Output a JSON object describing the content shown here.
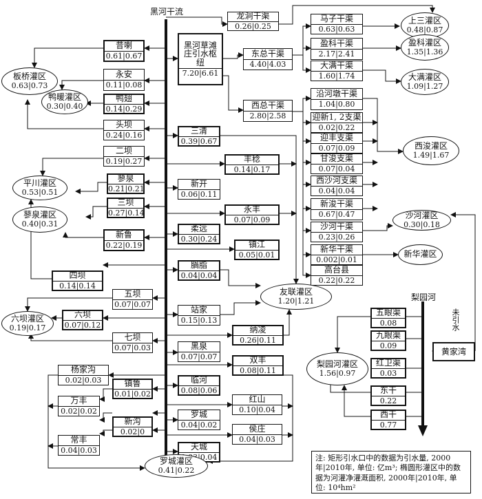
{
  "main_river": "黑河干流",
  "liyuan_river": "梨园河",
  "undiverted": "未引水",
  "note": "注: 矩形引水口中的数据为引水量, 2000年|2010年, 单位: 亿m³; 椭圆形灌区中的数据为河灌净灌溉面积, 2000年|2010年, 单位: 10⁴hm²",
  "hub": {
    "name": "黑河草滩庄引水枢纽",
    "v2000": "7.20",
    "v2010": "6.61"
  },
  "canals": [
    {
      "id": "longdong",
      "name": "龙洞干渠",
      "v2000": "0.26",
      "v2010": "0.25"
    },
    {
      "id": "dongzong",
      "name": "东总干渠",
      "v2000": "4.40",
      "v2010": "4.03"
    },
    {
      "id": "xizong",
      "name": "西总干渠",
      "v2000": "2.80",
      "v2010": "2.58"
    },
    {
      "id": "mazi",
      "name": "马子干渠",
      "v2000": "0.63",
      "v2010": "0.63"
    },
    {
      "id": "yingke",
      "name": "盈科干渠",
      "v2000": "2.17",
      "v2010": "2.41"
    },
    {
      "id": "daman",
      "name": "大满干渠",
      "v2000": "1.60",
      "v2010": "1.74"
    },
    {
      "id": "yanhedun",
      "name": "沿河墩干渠",
      "v2000": "1.04",
      "v2010": "0.80"
    },
    {
      "id": "yingxin12",
      "name": "迎新1, 2支渠",
      "v2000": "0.02",
      "v2010": "0.22"
    },
    {
      "id": "yingfeng",
      "name": "迎丰支渠",
      "v2000": "0.07",
      "v2010": "0.09"
    },
    {
      "id": "ganjun",
      "name": "甘浚支渠",
      "v2000": "0.07",
      "v2010": "0.04"
    },
    {
      "id": "xishahe",
      "name": "西沙河支渠",
      "v2000": "0.04",
      "v2010": "0.04"
    },
    {
      "id": "xinjun",
      "name": "新浚干渠",
      "v2000": "0.67",
      "v2010": "0.47"
    },
    {
      "id": "shahe",
      "name": "沙河干渠",
      "v2000": "0.23",
      "v2010": "0.26"
    },
    {
      "id": "xinhua",
      "name": "新华干渠",
      "v2000": "0.002",
      "v2010": "0.01"
    },
    {
      "id": "gaotai",
      "name": "高台县",
      "v2000": "0.22",
      "v2010": "0.22"
    },
    {
      "id": "xila",
      "name": "昔喇",
      "v2000": "0.61",
      "v2010": "0.67"
    },
    {
      "id": "yongan",
      "name": "永安",
      "v2000": "0.11",
      "v2010": "0.08"
    },
    {
      "id": "yachi",
      "name": "鸭翅",
      "v2000": "0.14",
      "v2010": "0.29"
    },
    {
      "id": "toubei",
      "name": "头坝",
      "v2000": "0.24",
      "v2010": "0.16"
    },
    {
      "id": "erba",
      "name": "二坝",
      "v2000": "0.19",
      "v2010": "0.27"
    },
    {
      "id": "liaoquan",
      "name": "蓼泉",
      "v2000": "0.21",
      "v2010": "0.21"
    },
    {
      "id": "sanba",
      "name": "三坝",
      "v2000": "0.27",
      "v2010": "0.14"
    },
    {
      "id": "xinlu",
      "name": "新鲁",
      "v2000": "0.22",
      "v2010": "0.19"
    },
    {
      "id": "siba",
      "name": "四坝",
      "v2000": "0.14",
      "v2010": "0.14"
    },
    {
      "id": "wuba",
      "name": "五坝",
      "v2000": "0.07",
      "v2010": "0.07"
    },
    {
      "id": "liuba",
      "name": "六坝",
      "v2000": "0.07",
      "v2010": "0.12"
    },
    {
      "id": "qiba",
      "name": "七坝",
      "v2000": "0.07",
      "v2010": "0.03"
    },
    {
      "id": "sanqing",
      "name": "三清",
      "v2000": "0.39",
      "v2010": "0.67"
    },
    {
      "id": "fengwen",
      "name": "丰稔",
      "v2000": "0.14",
      "v2010": "0.17"
    },
    {
      "id": "xinkai",
      "name": "新开",
      "v2000": "0.06",
      "v2010": "0.11"
    },
    {
      "id": "yongfeng",
      "name": "永丰",
      "v2000": "0.07",
      "v2010": "0.09"
    },
    {
      "id": "rouyuan",
      "name": "柔远",
      "v2000": "0.30",
      "v2010": "0.24"
    },
    {
      "id": "zhenjiang",
      "name": "镇江",
      "v2000": "0.05",
      "v2010": "0.01"
    },
    {
      "id": "pengzhi",
      "name": "腡脂",
      "v2000": "0.04",
      "v2010": "0.04"
    },
    {
      "id": "zhanjia",
      "name": "站家",
      "v2000": "0.15",
      "v2010": "0.13"
    },
    {
      "id": "naling",
      "name": "纳凌",
      "v2000": "0.26",
      "v2010": "0.11"
    },
    {
      "id": "heiquan",
      "name": "黑泉",
      "v2000": "0.07",
      "v2010": "0.07"
    },
    {
      "id": "shuangfeng",
      "name": "双丰",
      "v2000": "0.08",
      "v2010": "0.11"
    },
    {
      "id": "yangjiagou",
      "name": "杨家沟",
      "v2000": "0.02",
      "v2010": "0.03"
    },
    {
      "id": "zhenlu",
      "name": "镇鲁",
      "v2000": "0.01",
      "v2010": "0.02"
    },
    {
      "id": "linhe",
      "name": "临河",
      "v2000": "0.08",
      "v2010": "0.06"
    },
    {
      "id": "hongshan",
      "name": "红山",
      "v2000": "0.10",
      "v2010": "0.04"
    },
    {
      "id": "wanfeng",
      "name": "万丰",
      "v2000": "0.02",
      "v2010": "0.02"
    },
    {
      "id": "luocheng",
      "name": "罗城",
      "v2000": "0.04",
      "v2010": "0.02"
    },
    {
      "id": "xingou",
      "name": "新沟",
      "v2000": "0.02",
      "v2010": "0"
    },
    {
      "id": "houzhuang",
      "name": "侯庄",
      "v2000": "0.04",
      "v2010": "0.03"
    },
    {
      "id": "changfeng",
      "name": "常丰",
      "v2000": "0.04",
      "v2010": "0.03"
    },
    {
      "id": "tiancheng",
      "name": "天城",
      "v2000": "0.03",
      "v2010": "0.04"
    },
    {
      "id": "wuyanqu",
      "name": "五眼渠",
      "v2000": "0.08",
      "v2010": ""
    },
    {
      "id": "jiuyanqu",
      "name": "九眼渠",
      "v2000": "0.09",
      "v2010": ""
    },
    {
      "id": "hongweiqu",
      "name": "红卫渠",
      "v2000": "0.03",
      "v2010": ""
    },
    {
      "id": "donggan",
      "name": "东干",
      "v2000": "0.22",
      "v2010": ""
    },
    {
      "id": "xigan",
      "name": "西干",
      "v2000": "0.77",
      "v2010": ""
    },
    {
      "id": "huangjiawan",
      "name": "黄家湾",
      "v2000": "",
      "v2010": ""
    }
  ],
  "districts": [
    {
      "id": "shangsan",
      "name": "上三灌区",
      "v2000": "0.48",
      "v2010": "0.87"
    },
    {
      "id": "yingke_d",
      "name": "盈科灌区",
      "v2000": "1.35",
      "v2010": "1.36"
    },
    {
      "id": "daman_d",
      "name": "大满灌区",
      "v2000": "1.09",
      "v2010": "1.27"
    },
    {
      "id": "xijun_d",
      "name": "西浚灌区",
      "v2000": "1.49",
      "v2010": "1.67"
    },
    {
      "id": "shahe_d",
      "name": "沙河灌区",
      "v2000": "0.30",
      "v2010": "0.18"
    },
    {
      "id": "xinhua_d",
      "name": "新华灌区",
      "v2000": "",
      "v2010": ""
    },
    {
      "id": "youlian_d",
      "name": "友联灌区",
      "v2000": "1.20",
      "v2010": "1.21"
    },
    {
      "id": "liyuanhe_d",
      "name": "梨园河灌区",
      "v2000": "1.56",
      "v2010": "0.97"
    },
    {
      "id": "banqiao_d",
      "name": "板桥灌区",
      "v2000": "0.63",
      "v2010": "0.73"
    },
    {
      "id": "yanuan_d",
      "name": "鸭暖灌区",
      "v2000": "0.30",
      "v2010": "0.40"
    },
    {
      "id": "pingchuan_d",
      "name": "平川灌区",
      "v2000": "0.53",
      "v2010": "0.51"
    },
    {
      "id": "liaoquan_d",
      "name": "蓼泉灌区",
      "v2000": "0.40",
      "v2010": "0.31"
    },
    {
      "id": "liuba_d",
      "name": "六坝灌区",
      "v2000": "0.19",
      "v2010": "0.17"
    },
    {
      "id": "luocheng_d",
      "name": "罗城灌区",
      "v2000": "0.41",
      "v2010": "0.22"
    }
  ]
}
